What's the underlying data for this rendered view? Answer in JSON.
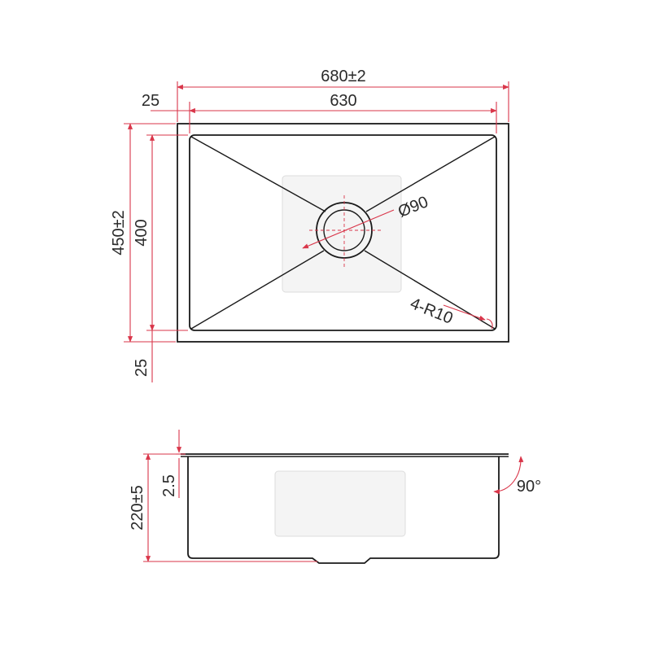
{
  "top_view": {
    "overall_length": "680±2",
    "inner_length": "630",
    "flange": "25",
    "overall_width": "450±2",
    "inner_width": "400",
    "flange_bottom": "25",
    "drain_diameter": "Ø90",
    "corner_radius": "4-R10"
  },
  "side_view": {
    "thickness": "2.5",
    "depth": "220±5",
    "wall_angle": "90°"
  },
  "colors": {
    "dimension_line": "#d9364a",
    "outline": "#1a1a1a",
    "grid_fill": "#f4f4f4"
  }
}
